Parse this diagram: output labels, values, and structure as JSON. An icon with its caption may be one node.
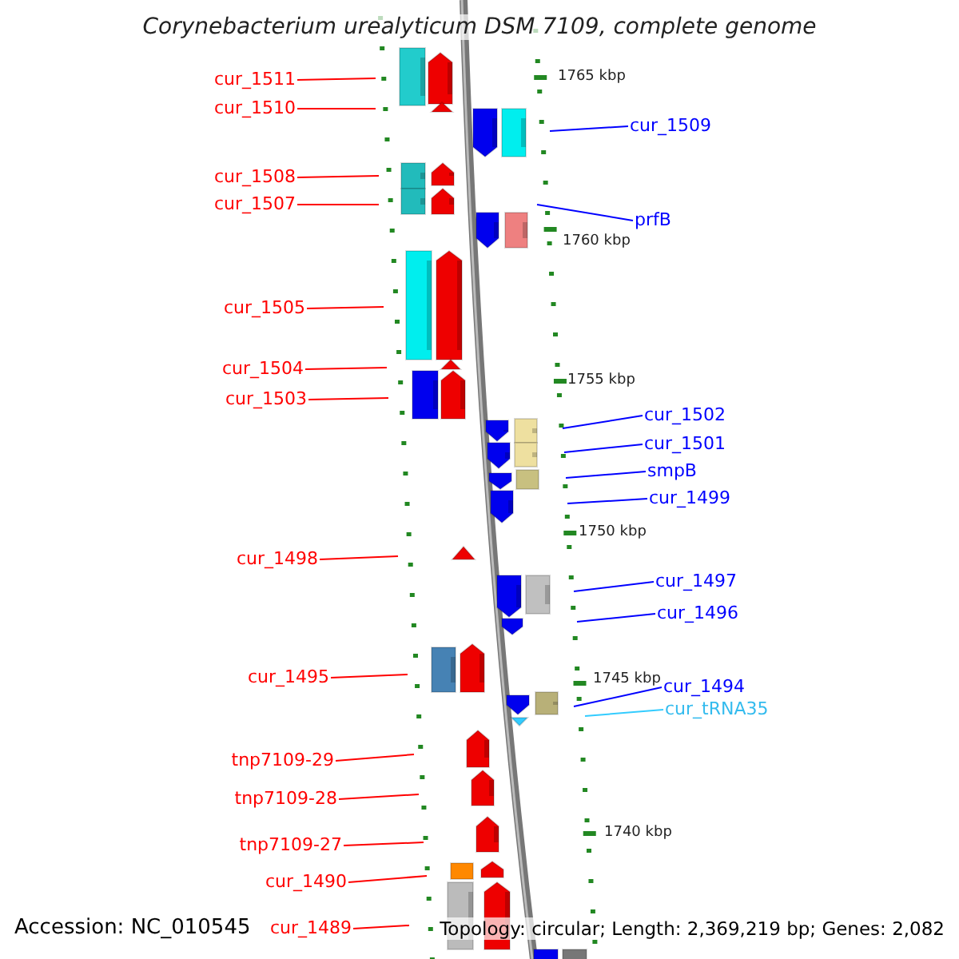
{
  "diagram": {
    "title": "Corynebacterium urealyticum DSM 7109, complete genome",
    "nodes": [
      {
        "text": [
          "cur_1511"
        ]
      },
      {
        "text": [
          "cur_1510"
        ]
      },
      {
        "text": [
          "cur_1509"
        ]
      },
      {
        "text": [
          "cur_1508"
        ]
      },
      {
        "text": [
          "cur_1507"
        ]
      },
      {
        "text": [
          "prfB"
        ]
      },
      {
        "text": [
          "cur_1505"
        ]
      },
      {
        "text": [
          "cur_1504"
        ]
      },
      {
        "text": [
          "cur_1503"
        ]
      },
      {
        "text": [
          "cur_1502"
        ]
      },
      {
        "text": [
          "cur_1501"
        ]
      },
      {
        "text": [
          "smpB"
        ]
      },
      {
        "text": [
          "cur_1499"
        ]
      },
      {
        "text": [
          "cur_1498"
        ]
      },
      {
        "text": [
          "cur_1497"
        ]
      },
      {
        "text": [
          "cur_1496"
        ]
      },
      {
        "text": [
          "cur_1495"
        ]
      },
      {
        "text": [
          "cur_1494"
        ]
      },
      {
        "text": [
          "cur_tRNA35"
        ]
      },
      {
        "text": [
          "tnp7109-29"
        ]
      },
      {
        "text": [
          "tnp7109-28"
        ]
      },
      {
        "text": [
          "tnp7109-27"
        ]
      },
      {
        "text": [
          "cur_1490"
        ]
      },
      {
        "text": [
          "cur_1489"
        ]
      }
    ],
    "edges": [
      {
        "from": 0,
        "to": null,
        "arrow": "none"
      },
      {
        "from": 1,
        "to": null,
        "arrow": "none"
      },
      {
        "from": 2,
        "to": null,
        "arrow": "none",
        "color": "#0000ff"
      },
      {
        "from": 3,
        "to": null,
        "arrow": "none"
      },
      {
        "from": 4,
        "to": null,
        "arrow": "none"
      },
      {
        "from": 5,
        "to": null,
        "arrow": "none",
        "color": "#0000ff"
      },
      {
        "from": 6,
        "to": null,
        "arrow": "none"
      },
      {
        "from": 7,
        "to": null,
        "arrow": "none"
      },
      {
        "from": 8,
        "to": null,
        "arrow": "none"
      },
      {
        "from": 9,
        "to": null,
        "arrow": "none",
        "color": "#0000ff"
      },
      {
        "from": 10,
        "to": null,
        "arrow": "none",
        "color": "#0000ff"
      },
      {
        "from": 11,
        "to": null,
        "arrow": "none",
        "color": "#0000ff"
      },
      {
        "from": 12,
        "to": null,
        "arrow": "none",
        "color": "#0000ff"
      },
      {
        "from": 13,
        "to": null,
        "arrow": "none"
      },
      {
        "from": 14,
        "to": null,
        "arrow": "none",
        "color": "#0000ff"
      },
      {
        "from": 15,
        "to": null,
        "arrow": "none",
        "color": "#0000ff"
      },
      {
        "from": 16,
        "to": null,
        "arrow": "none"
      },
      {
        "from": 17,
        "to": null,
        "arrow": "none",
        "color": "#0000ff"
      },
      {
        "from": 18,
        "to": null,
        "arrow": "none",
        "color": "#33ccff"
      },
      {
        "from": 19,
        "to": null,
        "arrow": "none"
      },
      {
        "from": 20,
        "to": null,
        "arrow": "none"
      },
      {
        "from": 21,
        "to": null,
        "arrow": "none"
      },
      {
        "from": 22,
        "to": null,
        "arrow": "none"
      },
      {
        "from": 23,
        "to": null,
        "arrow": "none"
      }
    ],
    "labels": [
      "1765 kbp",
      "1760 kbp",
      "1755 kbp",
      "1750 kbp",
      "1745 kbp",
      "1740 kbp",
      "Accession: NC_010545",
      "Topology: circular; Length: 2,369,219 bp; Genes: 2,082"
    ]
  }
}
